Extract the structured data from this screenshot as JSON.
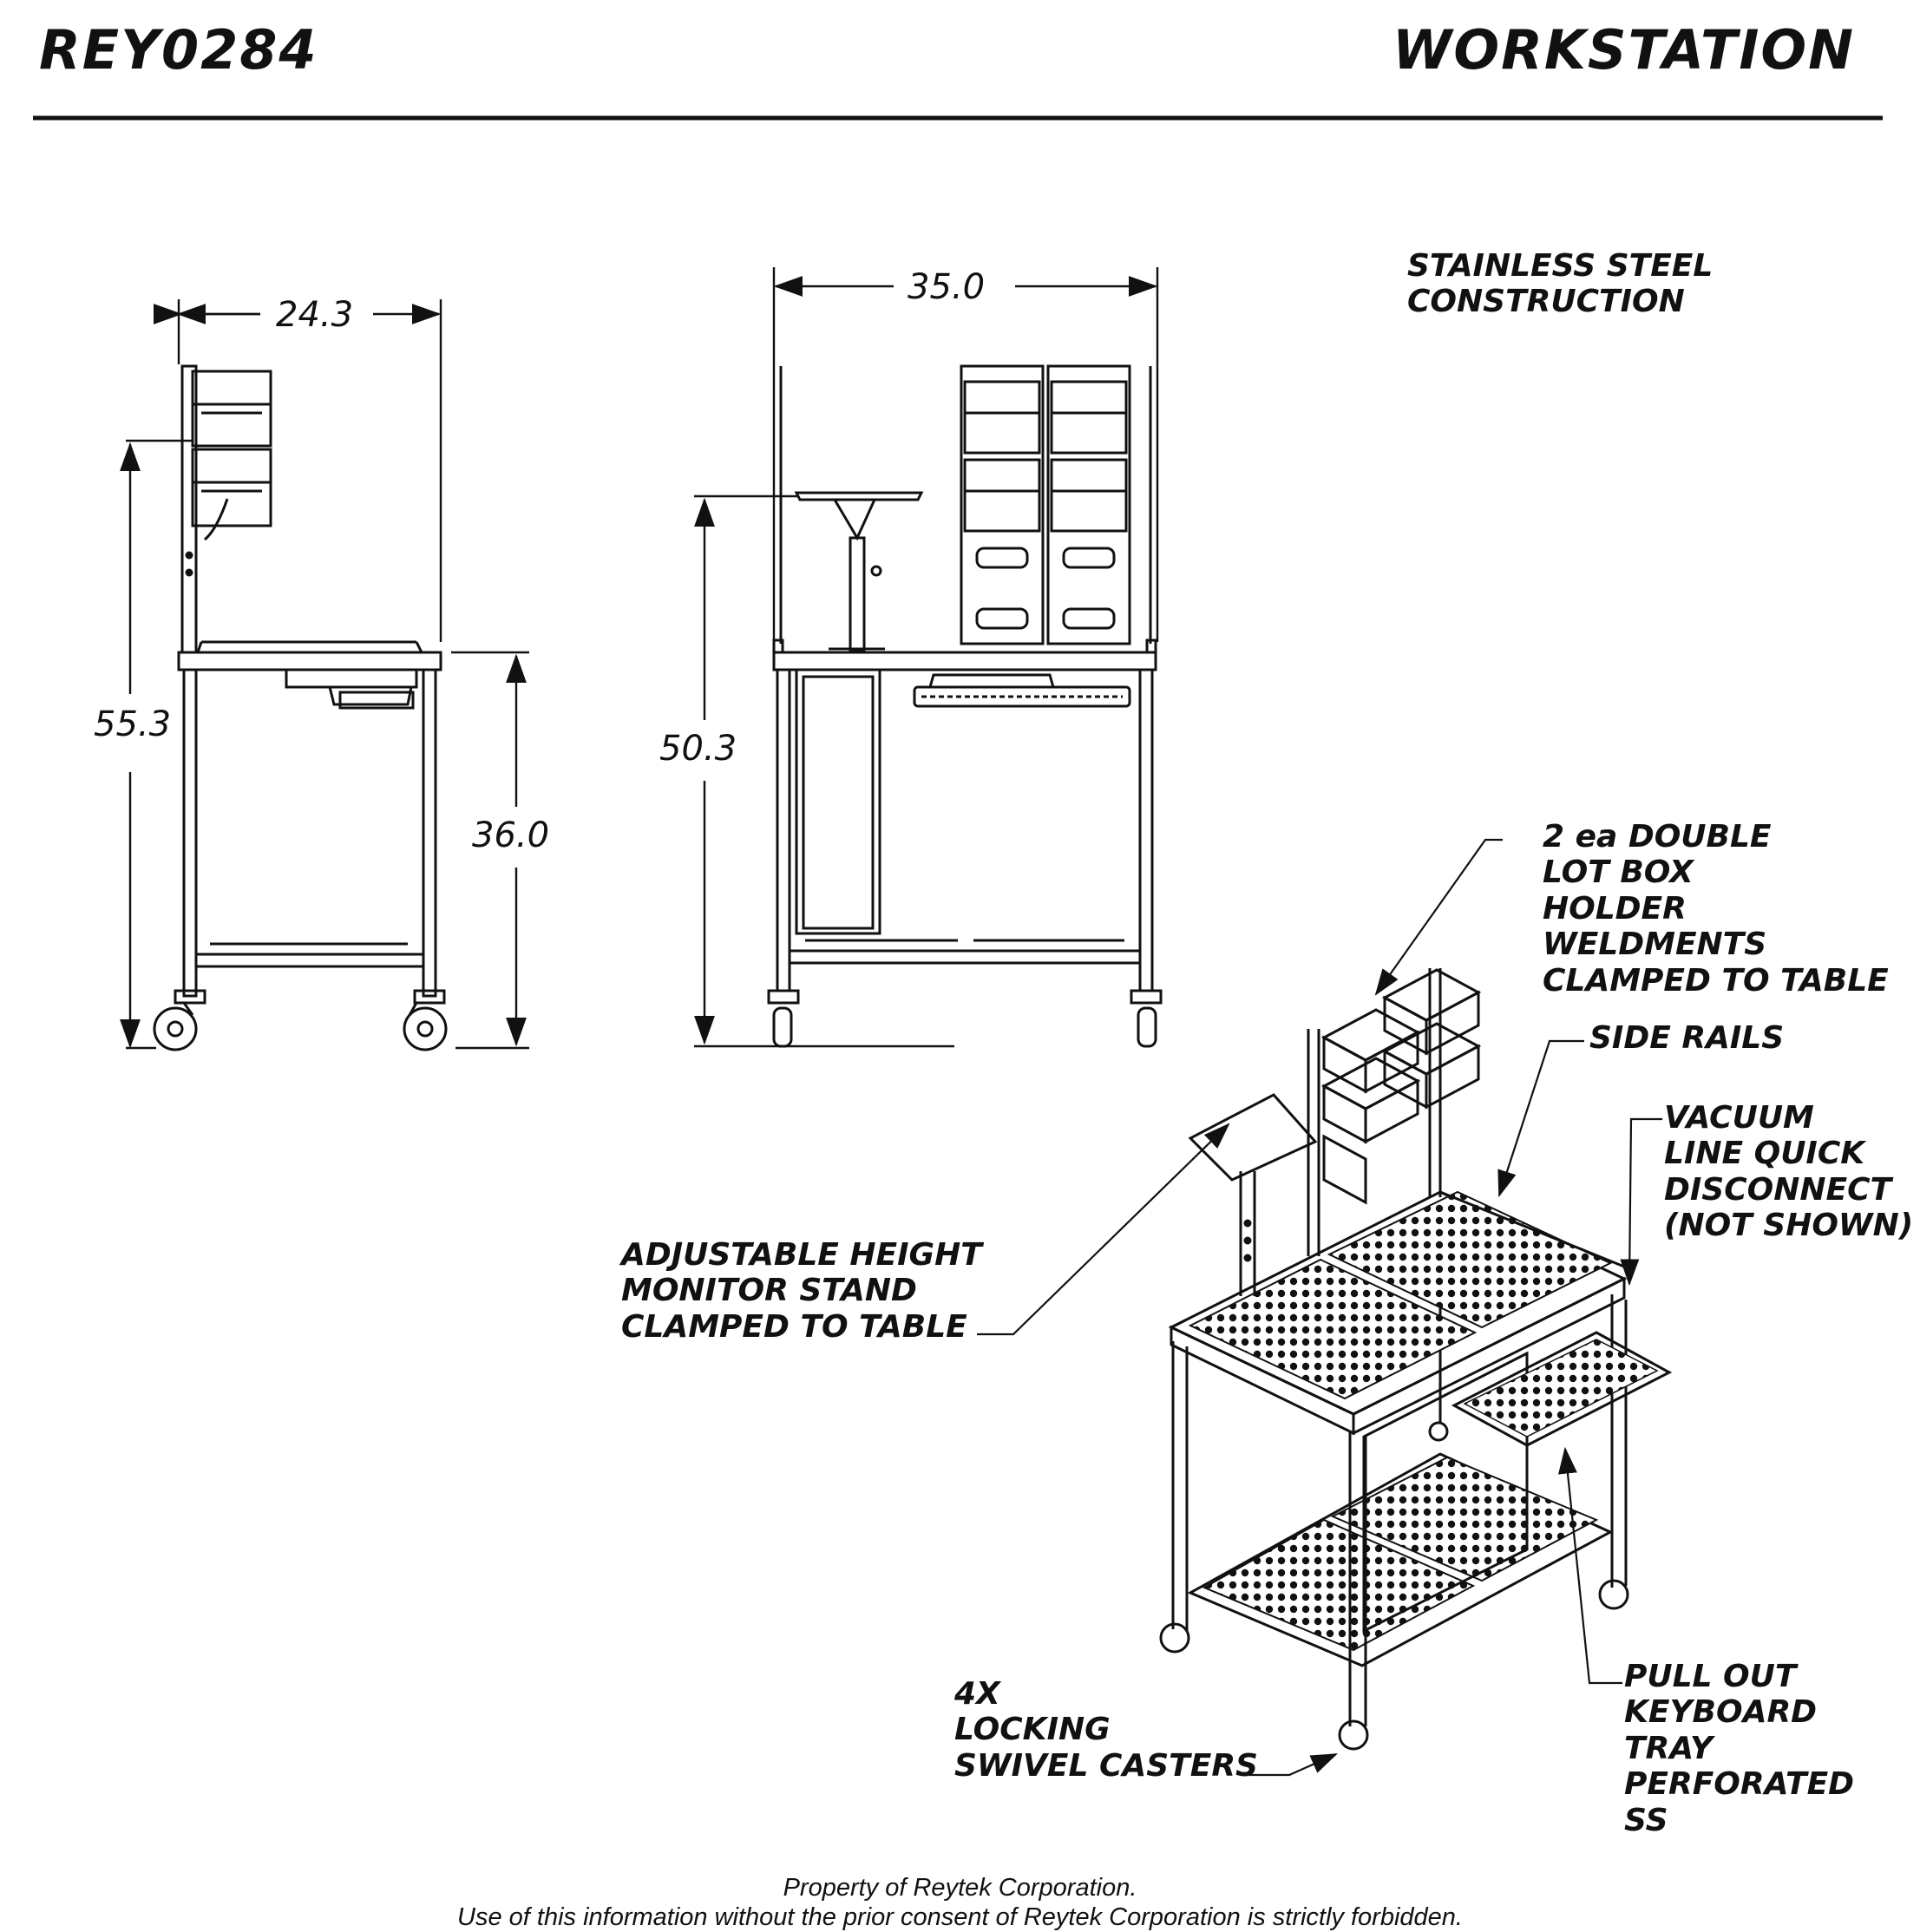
{
  "header": {
    "drawing_number": "REY0284",
    "title": "WORKSTATION"
  },
  "dimensions": {
    "side_width": "24.3",
    "front_width": "35.0",
    "overall_height": "55.3",
    "table_height": "36.0",
    "stand_height": "50.3"
  },
  "notes": {
    "construction": [
      "STAINLESS STEEL",
      "CONSTRUCTION"
    ],
    "lot_box": [
      "2 ea DOUBLE",
      "LOT BOX",
      "HOLDER WELDMENTS",
      "CLAMPED TO TABLE"
    ],
    "side_rails": [
      "SIDE RAILS"
    ],
    "vacuum": [
      "VACUUM",
      "LINE QUICK",
      "DISCONNECT",
      "(NOT SHOWN)"
    ],
    "monitor_stand": [
      "ADJUSTABLE HEIGHT",
      "MONITOR STAND",
      "CLAMPED TO TABLE"
    ],
    "casters": [
      "4X",
      "LOCKING",
      "SWIVEL CASTERS"
    ],
    "keyboard": [
      "PULL OUT",
      "KEYBOARD",
      "TRAY",
      "PERFORATED",
      "SS"
    ]
  },
  "footer": {
    "line1": "Property of Reytek Corporation.",
    "line2": "Use of this information without the prior consent of Reytek Corporation is strictly forbidden."
  }
}
